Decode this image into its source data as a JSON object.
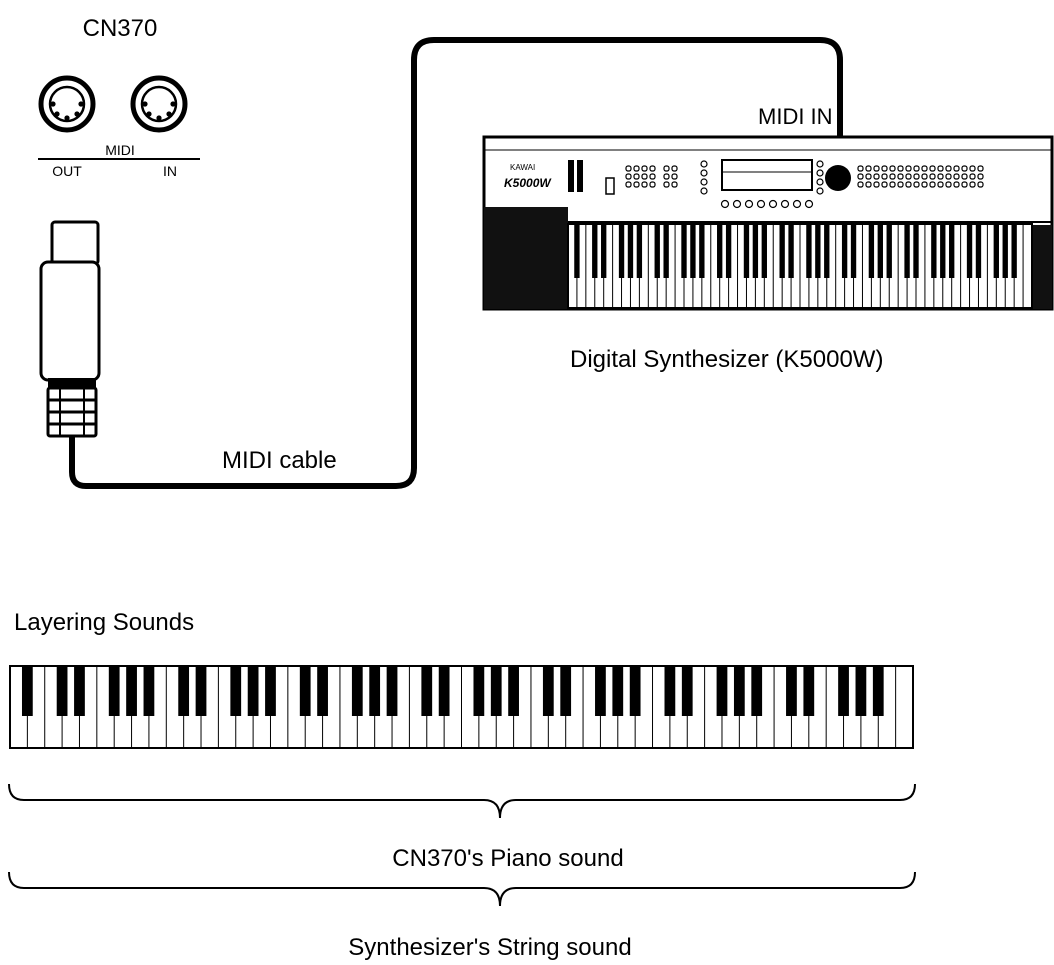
{
  "device": {
    "name": "CN370",
    "midi_label": "MIDI",
    "out_label": "OUT",
    "in_label": "IN"
  },
  "cable": {
    "label": "MIDI cable"
  },
  "synth": {
    "midi_in_label": "MIDI IN",
    "caption": "Digital Synthesizer (K5000W)",
    "brand_text": "KAWAI",
    "logo_text": "K5000W"
  },
  "layering": {
    "title": "Layering Sounds",
    "piano_caption": "CN370's Piano sound",
    "string_caption": "Synthesizer's String sound"
  },
  "keyboard": {
    "white_key_count": 52
  }
}
